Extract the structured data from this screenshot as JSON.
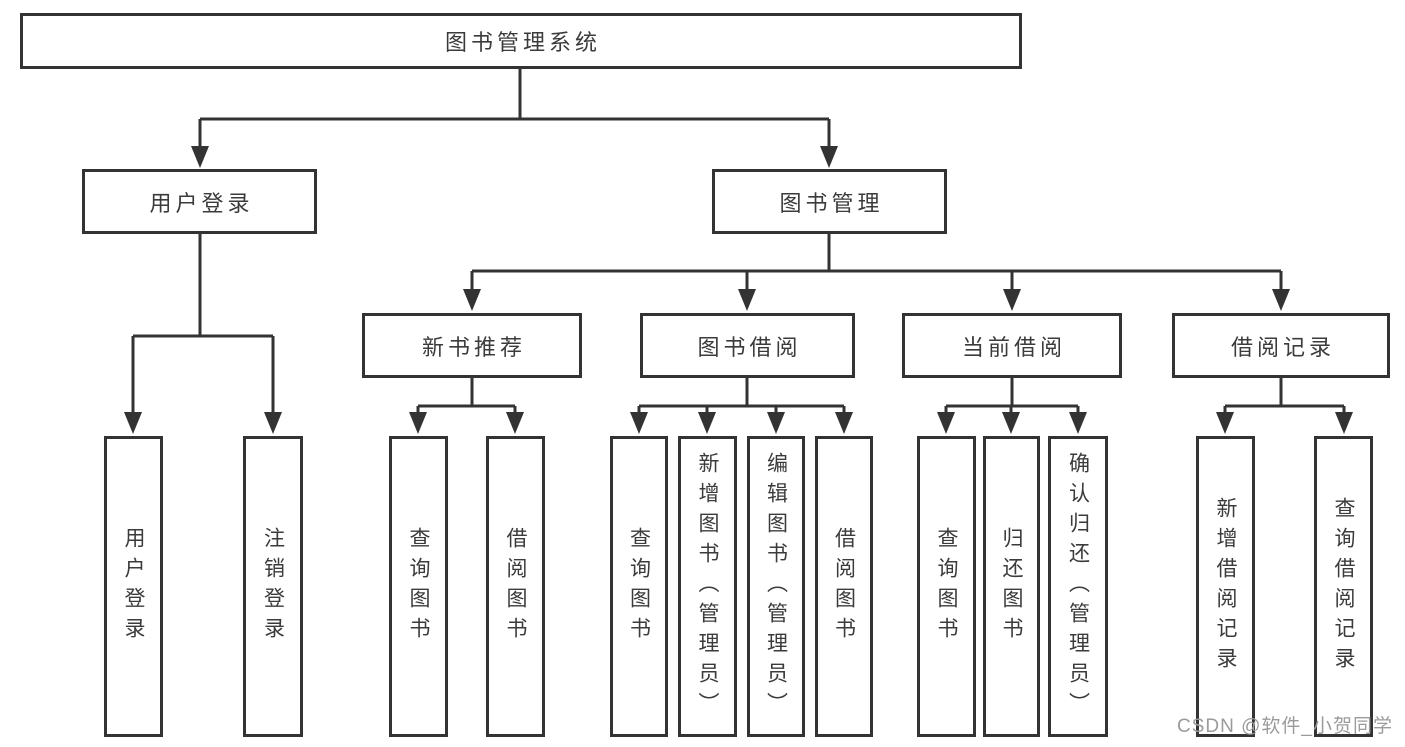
{
  "diagram": {
    "type": "hierarchy-tree",
    "nodes": {
      "root": "图书管理系统",
      "user_login_branch": "用户登录",
      "book_mgmt_branch": "图书管理",
      "new_book_rec": "新书推荐",
      "book_borrow": "图书借阅",
      "current_borrow": "当前借阅",
      "borrow_records": "借阅记录",
      "leaf_user_login": "用户登录",
      "leaf_logout": "注销登录",
      "leaf_nb_query": "查询图书",
      "leaf_nb_borrow": "借阅图书",
      "leaf_bb_query": "查询图书",
      "leaf_bb_add": "新增图书（管理员）",
      "leaf_bb_edit": "编辑图书（管理员）",
      "leaf_bb_borrow": "借阅图书",
      "leaf_cb_query": "查询图书",
      "leaf_cb_return": "归还图书",
      "leaf_cb_confirm": "确认归还（管理员）",
      "leaf_br_add": "新增借阅记录",
      "leaf_br_query": "查询借阅记录"
    },
    "hierarchy": {
      "图书管理系统": {
        "用户登录": [
          "用户登录",
          "注销登录"
        ],
        "图书管理": {
          "新书推荐": [
            "查询图书",
            "借阅图书"
          ],
          "图书借阅": [
            "查询图书",
            "新增图书（管理员）",
            "编辑图书（管理员）",
            "借阅图书"
          ],
          "当前借阅": [
            "查询图书",
            "归还图书",
            "确认归还（管理员）"
          ],
          "借阅记录": [
            "新增借阅记录",
            "查询借阅记录"
          ]
        }
      }
    }
  },
  "watermark": {
    "text": "CSDN @软件_小贺同学"
  },
  "colors": {
    "line": "#333333",
    "box_border": "#333333",
    "box_text": "#3b3b3b",
    "background": "#ffffff",
    "watermark": "#9b9b9b"
  }
}
